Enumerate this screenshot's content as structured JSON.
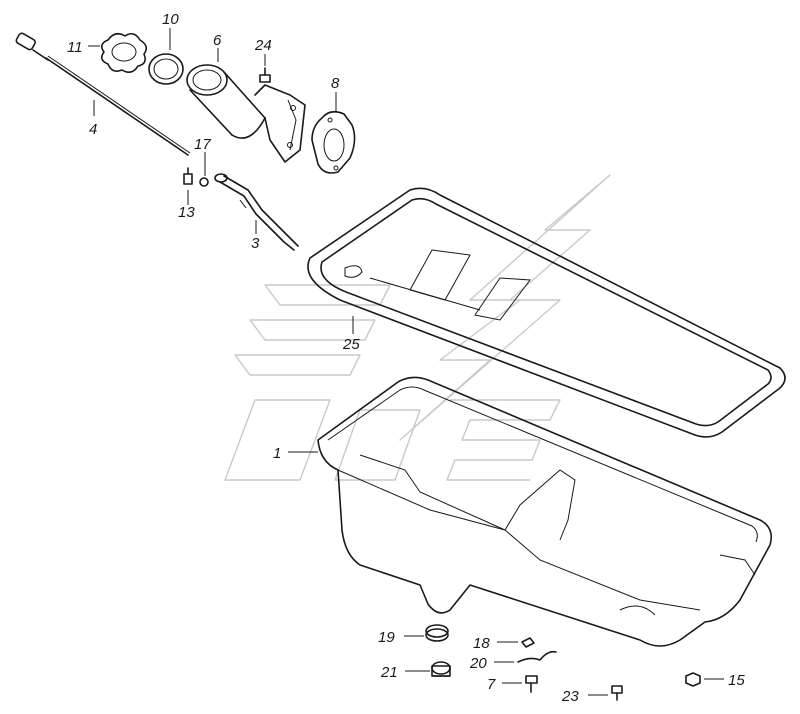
{
  "diagram": {
    "type": "exploded-parts-view",
    "callouts": [
      {
        "key": "c1",
        "label": "1"
      },
      {
        "key": "c3",
        "label": "3"
      },
      {
        "key": "c4",
        "label": "4"
      },
      {
        "key": "c6",
        "label": "6"
      },
      {
        "key": "c7",
        "label": "7"
      },
      {
        "key": "c8",
        "label": "8"
      },
      {
        "key": "c10",
        "label": "10"
      },
      {
        "key": "c11",
        "label": "11"
      },
      {
        "key": "c13",
        "label": "13"
      },
      {
        "key": "c15",
        "label": "15"
      },
      {
        "key": "c17",
        "label": "17"
      },
      {
        "key": "c18",
        "label": "18"
      },
      {
        "key": "c19",
        "label": "19"
      },
      {
        "key": "c20",
        "label": "20"
      },
      {
        "key": "c21",
        "label": "21"
      },
      {
        "key": "c23",
        "label": "23"
      },
      {
        "key": "c24",
        "label": "24"
      },
      {
        "key": "c25",
        "label": "25"
      }
    ],
    "colors": {
      "line": "#1a1a1a",
      "watermark": "#c9c9c9",
      "background": "#ffffff"
    }
  }
}
